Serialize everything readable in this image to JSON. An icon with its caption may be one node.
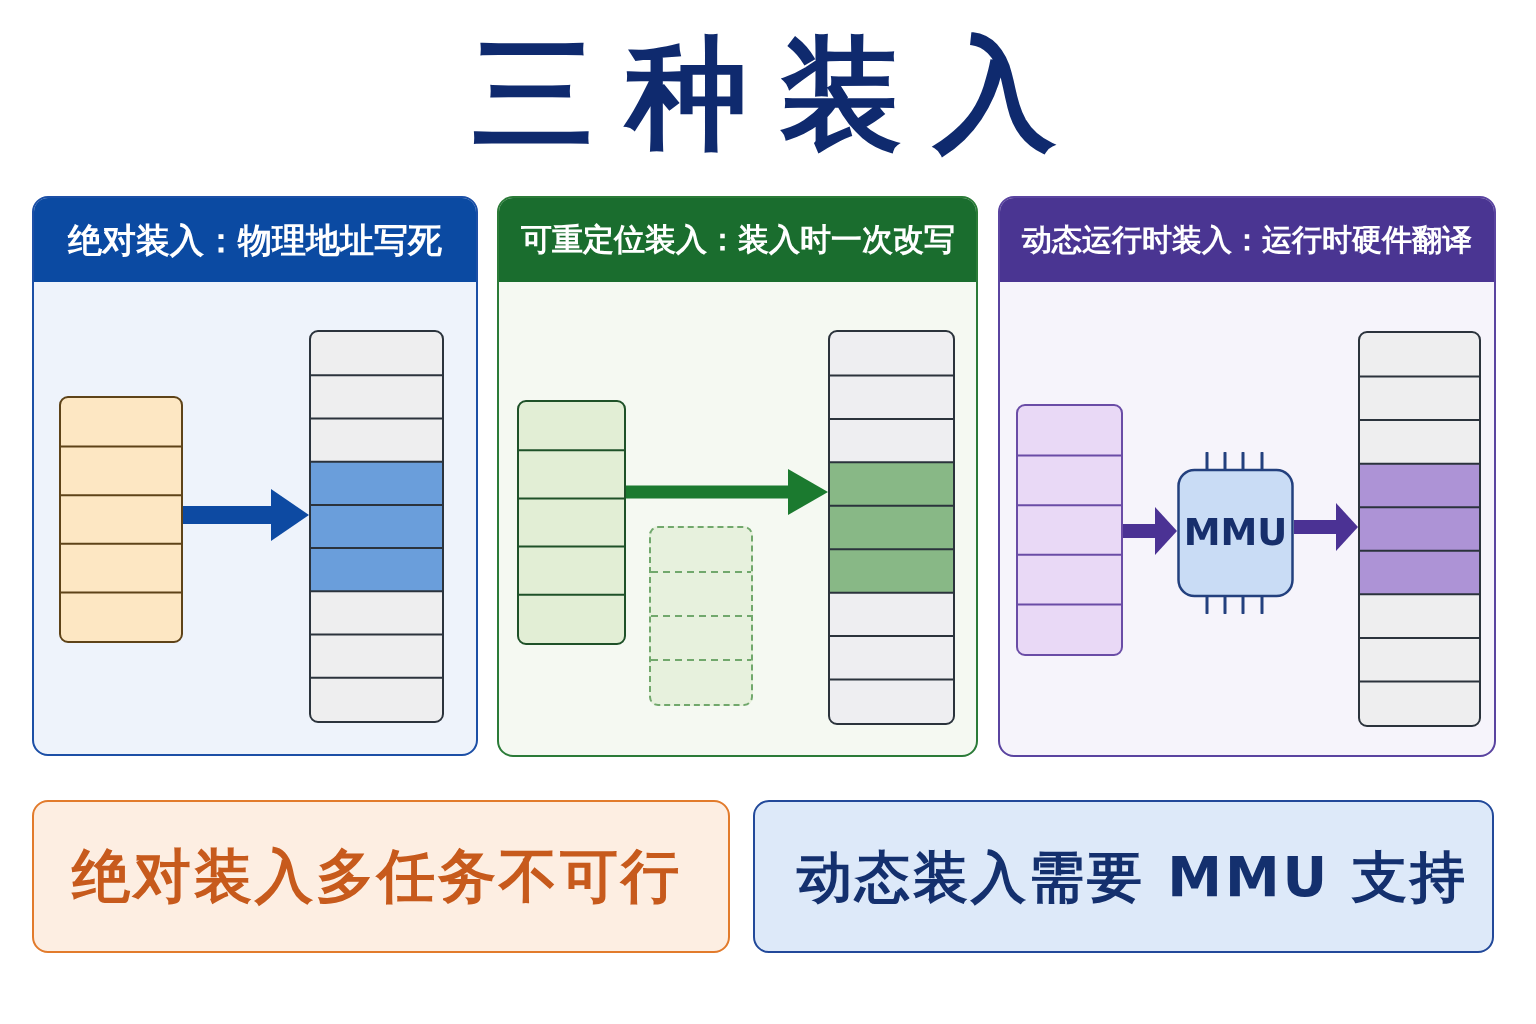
{
  "diagram": {
    "title": "三种装入",
    "nodes": [
      {
        "text": [
          "绝对装入：物理地址写死"
        ]
      },
      {
        "text": [],
        "shape": "box",
        "in": 0
      },
      {
        "text": [],
        "shape": "box",
        "in": 0
      },
      {
        "text": [
          "可重定位装入：装入时一次改写"
        ]
      },
      {
        "text": [],
        "shape": "box",
        "in": 3
      },
      {
        "text": [],
        "shape": "box",
        "in": 3
      },
      {
        "text": [],
        "shape": "box",
        "in": 3
      },
      {
        "text": [
          "动态运行时装入：运行时硬件翻译"
        ]
      },
      {
        "text": [],
        "shape": "box",
        "in": 7
      },
      {
        "text": [
          "MMU"
        ],
        "in": 7
      },
      {
        "text": [],
        "shape": "box",
        "in": 7
      },
      {
        "text": [
          "绝对装入多任务不可行"
        ]
      },
      {
        "text": [
          "动态装入需要 MMU 支持"
        ]
      }
    ],
    "edges": [
      {
        "from": 1,
        "to": 2,
        "arrow": "to",
        "color": "#0d4aa2"
      },
      {
        "from": 4,
        "to": 6,
        "arrow": "to",
        "color": "#1b7a2f"
      },
      {
        "from": 8,
        "to": 9,
        "arrow": "to",
        "color": "#4b3294"
      },
      {
        "from": 9,
        "to": 10,
        "arrow": "to",
        "color": "#4b3294"
      }
    ]
  }
}
